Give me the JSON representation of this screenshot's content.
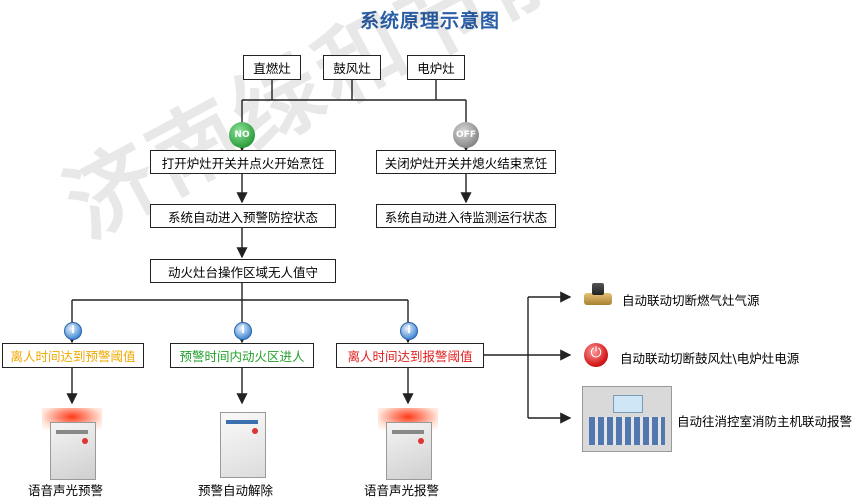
{
  "title": "系统原理示意图",
  "watermark": "济南绿和节能环保科技有限公司",
  "top_boxes": {
    "stove1": "直燃灶",
    "stove2": "鼓风灶",
    "stove3": "电炉灶"
  },
  "switch": {
    "on": "NO",
    "off": "OFF"
  },
  "left_branch": {
    "step1": "打开炉灶开关并点火开始烹饪",
    "step2": "系统自动进入预警防控状态",
    "step3": "动火灶台操作区域无人值守"
  },
  "right_branch": {
    "step1": "关闭炉灶开关并熄火结束烹饪",
    "step2": "系统自动进入待监测运行状态"
  },
  "conditions": [
    {
      "text": "离人时间达到预警阈值",
      "color": "#f0a800"
    },
    {
      "text": "预警时间内动火区进人",
      "color": "#22a02a"
    },
    {
      "text": "离人时间达到报警阈值",
      "color": "#e02020"
    }
  ],
  "results": [
    "语音声光预警",
    "预警自动解除",
    "语音声光报警"
  ],
  "actions": [
    "自动联动切断燃气灶气源",
    "自动联动切断鼓风灶\\电炉灶电源",
    "自动往消控室消防主机联动报警"
  ],
  "icons": {
    "valve": "gas-valve-icon",
    "power": "power-button-icon",
    "panel": "fire-control-panel-icon"
  },
  "colors": {
    "title": "#2a5fa8",
    "on": "#2e9e3e",
    "off": "#8a8a8a"
  }
}
